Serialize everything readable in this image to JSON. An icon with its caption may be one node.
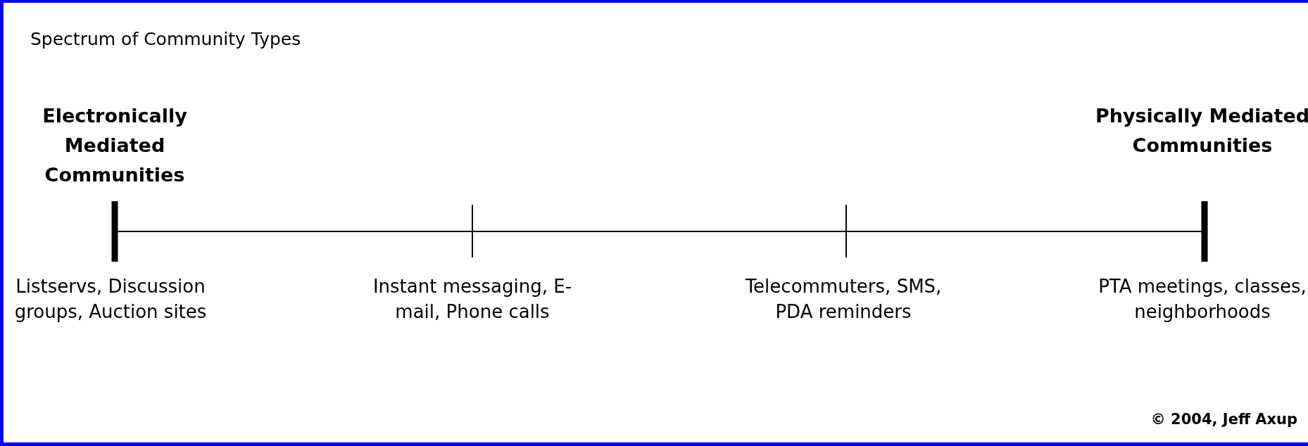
{
  "diagram": {
    "title": "Spectrum of Community Types",
    "labels": [
      "Electronically Mediated Communities",
      "Physically Mediated Communities",
      "Listservs, Discussion groups, Auction sites",
      "Instant messaging, E-mail, Phone calls",
      "Telecommuters, SMS, PDA reminders",
      "PTA meetings, classes, neighborhoods",
      "© 2004, Jeff Axup"
    ]
  }
}
